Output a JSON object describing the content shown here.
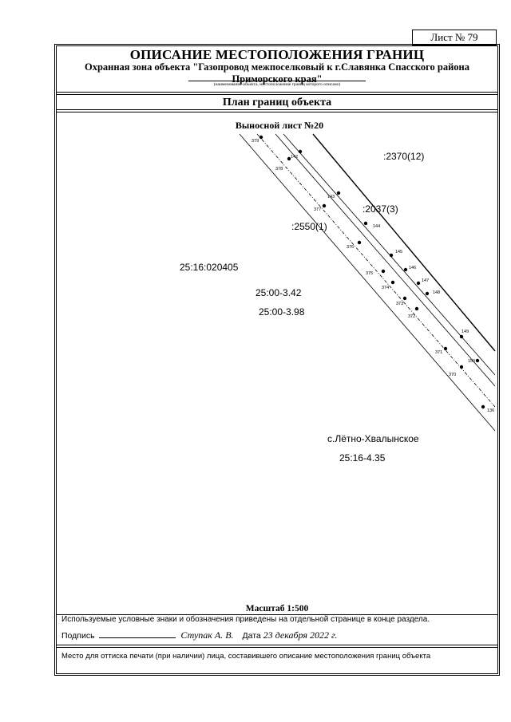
{
  "header": {
    "sheet_number": "Лист № 79",
    "title": "ОПИСАНИЕ МЕСТОПОЛОЖЕНИЯ ГРАНИЦ",
    "subtitle_line1": "Охранная зона объекта \"Газопровод межпоселковый к г.Славянка Спасского района",
    "subtitle_line2": "Приморского края\"",
    "subtitle_caption": "(наименование объекта, местоположение границ которого описано)"
  },
  "plan": {
    "section_title": "План границ объекта",
    "sheet_title": "Выносной лист №20",
    "labels": {
      "parcel_2370": ":2370(12)",
      "parcel_2037": ":2037(3)",
      "parcel_2550": ":2550(1)",
      "quarter": "25:16:020405",
      "zone_342": "25:00-3.42",
      "zone_398": "25:00-3.98",
      "village": "с.Лётно-Хвалынское",
      "zone_435": "25:16-4.35"
    },
    "points": [
      {
        "id": "379"
      },
      {
        "id": "142"
      },
      {
        "id": "378"
      },
      {
        "id": "143"
      },
      {
        "id": "377"
      },
      {
        "id": "144"
      },
      {
        "id": "376"
      },
      {
        "id": "145"
      },
      {
        "id": "146"
      },
      {
        "id": "375"
      },
      {
        "id": "147"
      },
      {
        "id": "374"
      },
      {
        "id": "148"
      },
      {
        "id": "373"
      },
      {
        "id": "372"
      },
      {
        "id": "149"
      },
      {
        "id": "371"
      },
      {
        "id": "150"
      },
      {
        "id": "370"
      },
      {
        "id": "136"
      }
    ]
  },
  "footer": {
    "scale": "Масштаб 1:500",
    "legend_note": "Используемые условные знаки и обозначения приведены на отдельной странице в конце раздела.",
    "signature_label": "Подпись",
    "signer": "Ступак А. В.",
    "date_label": "Дата",
    "date": "23 декабря 2022 г.",
    "stamp_note": "Место для оттиска печати (при наличии) лица, составившего описание местоположения границ объекта"
  }
}
